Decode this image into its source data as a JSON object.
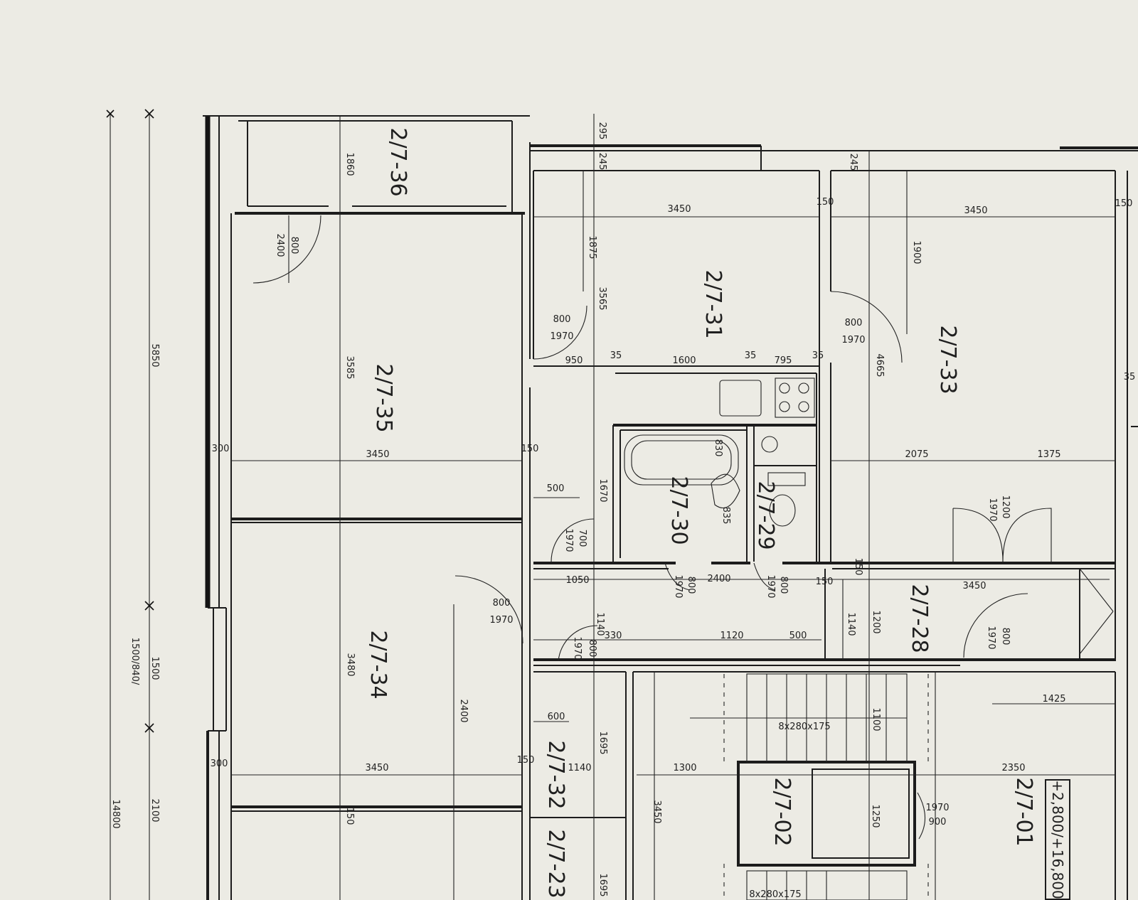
{
  "rooms": [
    "2/7-36",
    "2/7-35",
    "2/7-34",
    "2/7-31",
    "2/7-33",
    "2/7-30",
    "2/7-29",
    "2/7-28",
    "2/7-32",
    "2/7-23",
    "2/7-02",
    "2/7-01"
  ],
  "level_box": "+2,800/+16,800",
  "left_dims": [
    "5850",
    "1500/840/",
    "1500",
    "2100",
    "14800"
  ],
  "dims": {
    "d1860": "1860",
    "d800a": "800",
    "d2400a": "2400",
    "d3585": "3585",
    "d300a": "300",
    "d3450a": "3450",
    "d150a": "150",
    "d3480": "3480",
    "d2400b": "2400",
    "d300b": "300",
    "d3450b": "3450",
    "d150b": "150",
    "d150c": "150",
    "d295": "295",
    "d245a": "245",
    "d245b": "245",
    "d1875": "1875",
    "d3565": "3565",
    "d3450c": "3450",
    "d150d": "150",
    "d3450d": "3450",
    "d150e": "150",
    "d1900": "1900",
    "d800b": "800",
    "d1970a": "1970",
    "d950": "950",
    "d35a": "35",
    "d1600": "1600",
    "d35b": "35",
    "d795": "795",
    "d35c": "35",
    "d800c": "800",
    "d1970b": "1970",
    "d4665": "4665",
    "d35d": "35",
    "d830": "830",
    "d835": "835",
    "d2075": "2075",
    "d1375": "1375",
    "d1200a": "1200",
    "d1970c": "1970",
    "d500a": "500",
    "d1670": "1670",
    "d700": "700",
    "d1970d": "1970",
    "d1050": "1050",
    "d800d": "800",
    "d1970e": "1970",
    "d2400c": "2400",
    "d800e": "800",
    "d1970f": "1970",
    "d150f": "150",
    "d150g": "150",
    "d3450e": "3450",
    "d1140a": "1140",
    "d1200b": "1200",
    "d800f": "800",
    "d1970g": "1970",
    "d800g": "800",
    "d1970h": "1970",
    "d1140b": "1140",
    "d330": "330",
    "d1120": "1120",
    "d500b": "500",
    "d800h": "800",
    "d1970i": "1970",
    "d1425": "1425",
    "d600": "600",
    "d1695a": "1695",
    "d1100": "1100",
    "d8x280": "8x280x175",
    "d1140c": "1140",
    "d1300": "1300",
    "d2350": "2350",
    "d3450f": "3450",
    "d1250": "1250",
    "d900": "900",
    "d1970j": "1970",
    "d1695b": "1695",
    "d8x280b": "8x280x175"
  }
}
